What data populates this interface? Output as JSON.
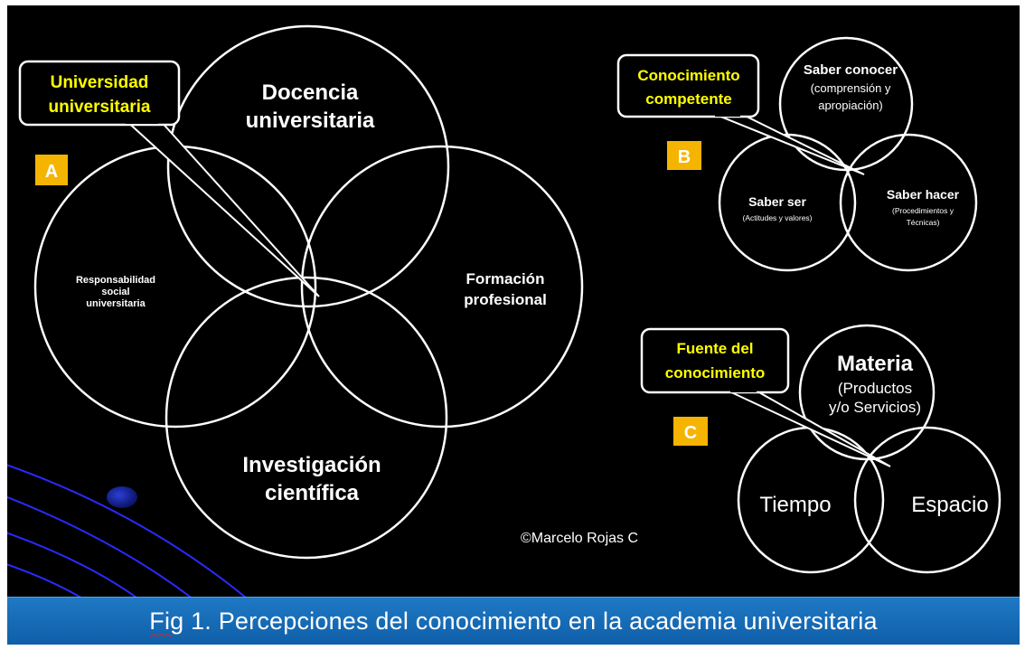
{
  "diagram_a": {
    "tag": "A",
    "callout_line1": "Universidad",
    "callout_line2": "universitaria",
    "top_line1": "Docencia",
    "top_line2": "universitaria",
    "left_line1": "Responsabilidad",
    "left_line2": "social",
    "left_line3": "universitaria",
    "right_line1": "Formación",
    "right_line2": "profesional",
    "bottom_line1": "Investigación",
    "bottom_line2": "científica"
  },
  "diagram_b": {
    "tag": "B",
    "callout_line1": "Conocimiento",
    "callout_line2": "competente",
    "top_title": "Saber conocer",
    "top_sub1": "(comprensión y",
    "top_sub2": "apropiación)",
    "left_title": "Saber ser",
    "left_sub1": "(Actitudes y valores)",
    "right_title": "Saber hacer",
    "right_sub1": "(Procedimientos y",
    "right_sub2": "Técnicas)"
  },
  "diagram_c": {
    "tag": "C",
    "callout_line1": "Fuente del",
    "callout_line2": "conocimiento",
    "top_title": "Materia",
    "top_sub1": "(Productos",
    "top_sub2": "y/o Servicios)",
    "left_title": "Tiempo",
    "right_title": "Espacio"
  },
  "copyright": "©Marcelo Rojas C",
  "caption_prefix": "Fig",
  "caption_rest": " 1. Percepciones del conocimiento en la academia universitaria",
  "colors": {
    "background": "#000000",
    "circle_stroke": "#ffffff",
    "callout_text": "#ffff00",
    "tag_fill": "#f5b400",
    "footer": "#1a6fbe",
    "orbit_lines": "#2a2aff"
  }
}
